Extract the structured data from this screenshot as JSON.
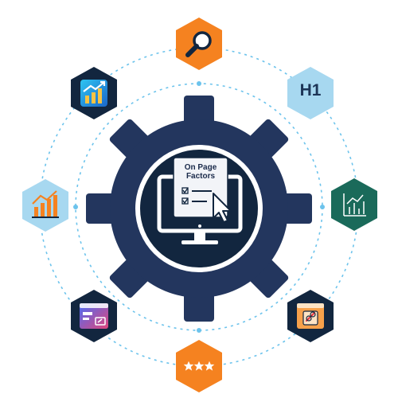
{
  "center": {
    "label_line1": "On Page",
    "label_line2": "Factors"
  },
  "nodes": {
    "heading": {
      "label": "H1",
      "icon": "heading-h1-icon",
      "color": "#a7d8f0"
    },
    "search": {
      "icon": "magnifier-icon",
      "color": "#f58220"
    },
    "growth_top_left": {
      "icon": "growth-chart-icon",
      "color": "#12263f"
    },
    "growth_left": {
      "icon": "growth-chart-icon",
      "color": "#a7d8f0"
    },
    "analytics_right": {
      "icon": "analytics-chart-icon",
      "color": "#1a6a5a"
    },
    "link_browser": {
      "icon": "browser-link-icon",
      "color": "#12263f"
    },
    "broken_link": {
      "icon": "broken-link-icon",
      "color": "#12263f"
    },
    "rating": {
      "icon": "three-stars-icon",
      "color": "#f58220"
    }
  },
  "colors": {
    "gear": "#23365e",
    "ring_dots": "#6cc3ec",
    "accent_orange": "#f58220",
    "navy": "#12263f"
  }
}
